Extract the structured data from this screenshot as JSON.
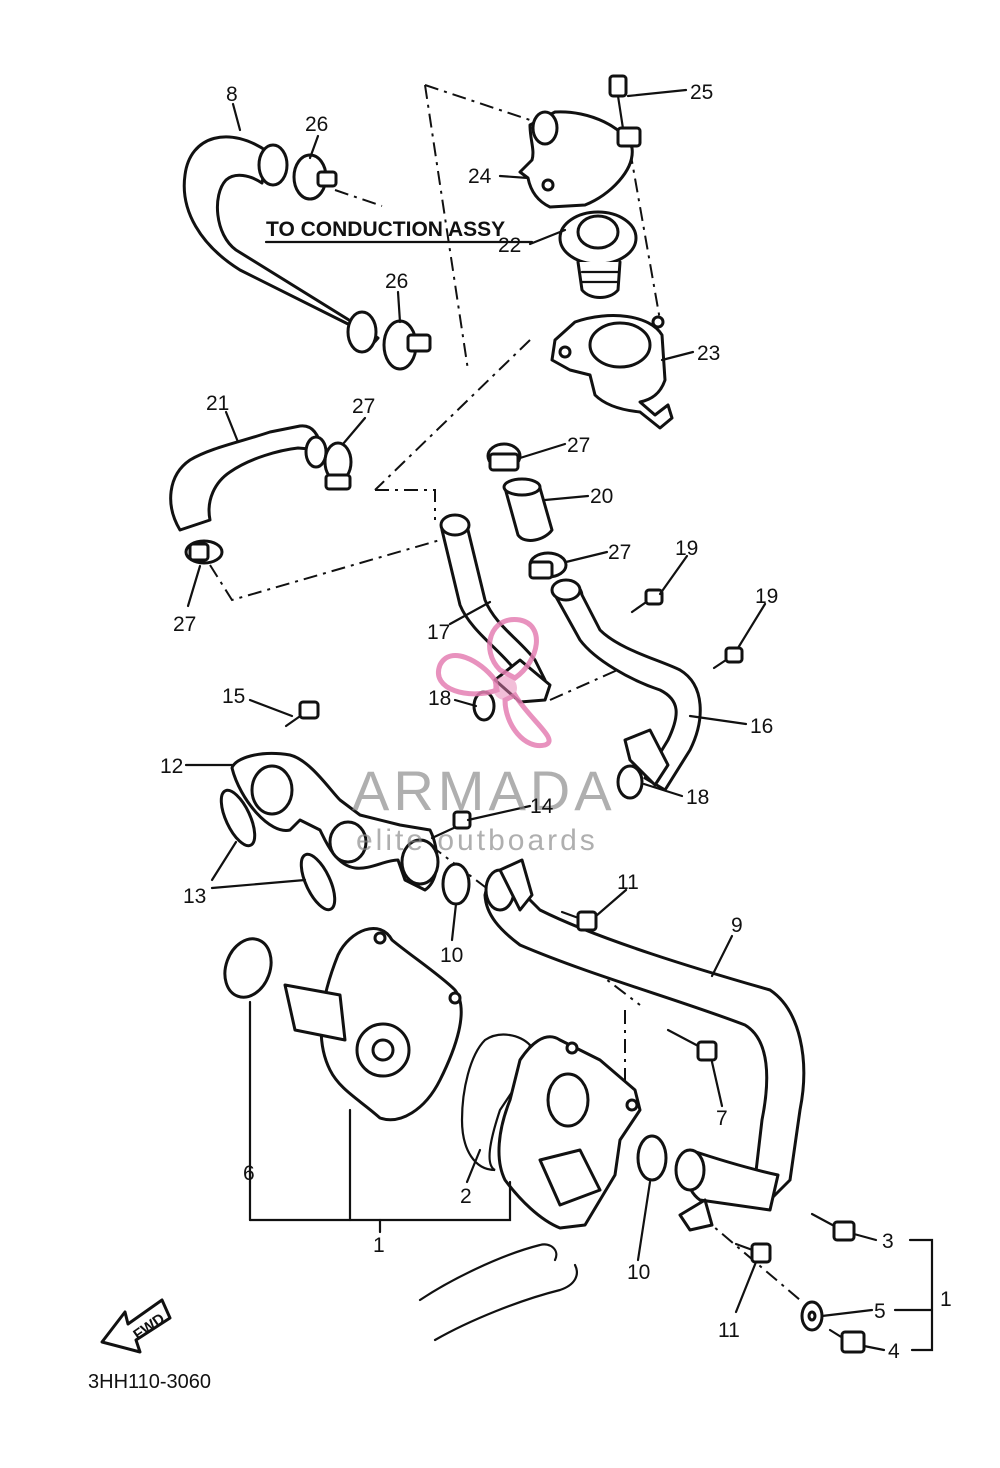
{
  "diagram": {
    "note_label": "TO CONDUCTION ASSY",
    "part_code": "3HH110-3060",
    "fwd_label": "FWD",
    "callouts": [
      {
        "id": "c8",
        "text": "8"
      },
      {
        "id": "c26a",
        "text": "26"
      },
      {
        "id": "c26b",
        "text": "26"
      },
      {
        "id": "c25",
        "text": "25"
      },
      {
        "id": "c24",
        "text": "24"
      },
      {
        "id": "c22",
        "text": "22"
      },
      {
        "id": "c23",
        "text": "23"
      },
      {
        "id": "c21",
        "text": "21"
      },
      {
        "id": "c27a",
        "text": "27"
      },
      {
        "id": "c27b",
        "text": "27"
      },
      {
        "id": "c27c",
        "text": "27"
      },
      {
        "id": "c27d",
        "text": "27"
      },
      {
        "id": "c20",
        "text": "20"
      },
      {
        "id": "c19a",
        "text": "19"
      },
      {
        "id": "c19b",
        "text": "19"
      },
      {
        "id": "c17",
        "text": "17"
      },
      {
        "id": "c18a",
        "text": "18"
      },
      {
        "id": "c18b",
        "text": "18"
      },
      {
        "id": "c16",
        "text": "16"
      },
      {
        "id": "c15",
        "text": "15"
      },
      {
        "id": "c12",
        "text": "12"
      },
      {
        "id": "c14",
        "text": "14"
      },
      {
        "id": "c13",
        "text": "13"
      },
      {
        "id": "c10a",
        "text": "10"
      },
      {
        "id": "c10b",
        "text": "10"
      },
      {
        "id": "c11a",
        "text": "11"
      },
      {
        "id": "c11b",
        "text": "11"
      },
      {
        "id": "c9",
        "text": "9"
      },
      {
        "id": "c7",
        "text": "7"
      },
      {
        "id": "c6",
        "text": "6"
      },
      {
        "id": "c2",
        "text": "2"
      },
      {
        "id": "c1a",
        "text": "1"
      },
      {
        "id": "c1b",
        "text": "1"
      },
      {
        "id": "c3",
        "text": "3"
      },
      {
        "id": "c5",
        "text": "5"
      },
      {
        "id": "c4",
        "text": "4"
      }
    ]
  },
  "watermark": {
    "brand": "ARMADA",
    "tagline": "elite outboards",
    "accent_color": "#e47fb3"
  },
  "colors": {
    "line": "#111111",
    "background": "#ffffff",
    "watermark_text": "#8a8a8a"
  }
}
